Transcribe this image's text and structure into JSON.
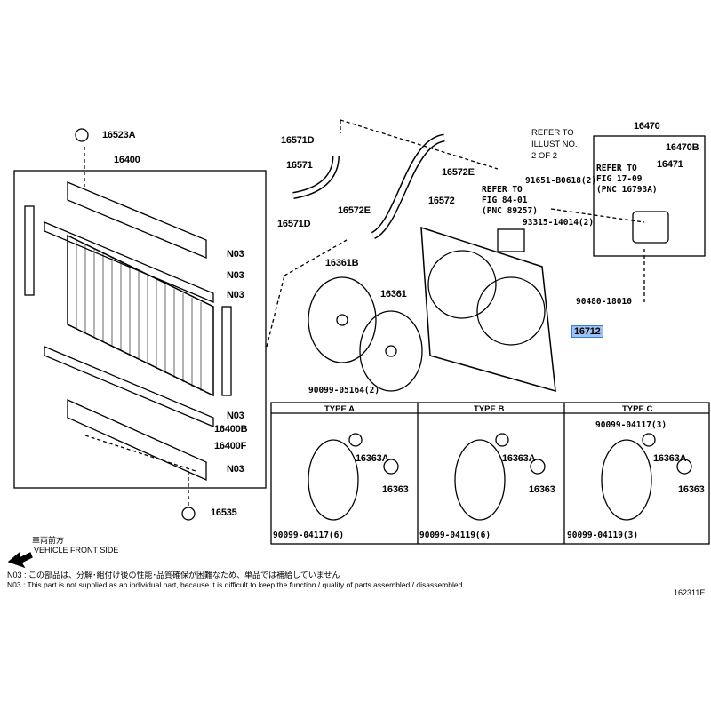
{
  "radiator": {
    "cap": "16523A",
    "assembly": "16400",
    "n03_labels": [
      "N03",
      "N03",
      "N03",
      "N03",
      "N03"
    ],
    "drain": "16400B",
    "drain_gasket": "16400F",
    "cushion": "16535"
  },
  "hoses": {
    "clamp_upper": "16571D",
    "hose_upper": "16571",
    "clamp_lower": "16571D",
    "clamp_e_upper": "16572E",
    "hose_lower": "16572",
    "clamp_e_lower": "16572E"
  },
  "refer_illust": [
    "REFER TO",
    "ILLUST NO.",
    "2 OF 2"
  ],
  "refer_fig84": [
    "REFER TO",
    "FIG 84-01",
    "(PNC 89257)"
  ],
  "bolt_a": "91651-B0618(2)",
  "bolt_b": "93315-14014(2)",
  "reservoir": {
    "tank": "16470",
    "cap": "16470B",
    "hose": "16471",
    "refer": [
      "REFER TO",
      "FIG 17-09",
      "(PNC 16793A)"
    ],
    "grommet": "90480-18010"
  },
  "fan": {
    "shroud": "16712",
    "fan_b": "16361B",
    "fan": "16361",
    "nut": "90099-05164(2)"
  },
  "types": [
    {
      "title": "TYPE A",
      "motor_a": "16363A",
      "motor": "16363",
      "screw": "90099-04117(6)"
    },
    {
      "title": "TYPE B",
      "motor_a": "16363A",
      "motor": "16363",
      "screw": "90099-04119(6)"
    },
    {
      "title": "TYPE C",
      "motor_a": "16363A",
      "motor": "16363",
      "screw": "90099-04119(3)",
      "screw_top": "90099-04117(3)"
    }
  ],
  "front": {
    "jp": "車両前方",
    "en": "VEHICLE FRONT SIDE"
  },
  "notes": [
    "N03 : この部品は、分解･組付け後の性能･品質確保が困難なため、単品では補給していません",
    "N03 : This part is not supplied as an individual part, because it is difficult to keep the function / quality of parts assembled / disassembled"
  ],
  "figure_id": "162311E"
}
